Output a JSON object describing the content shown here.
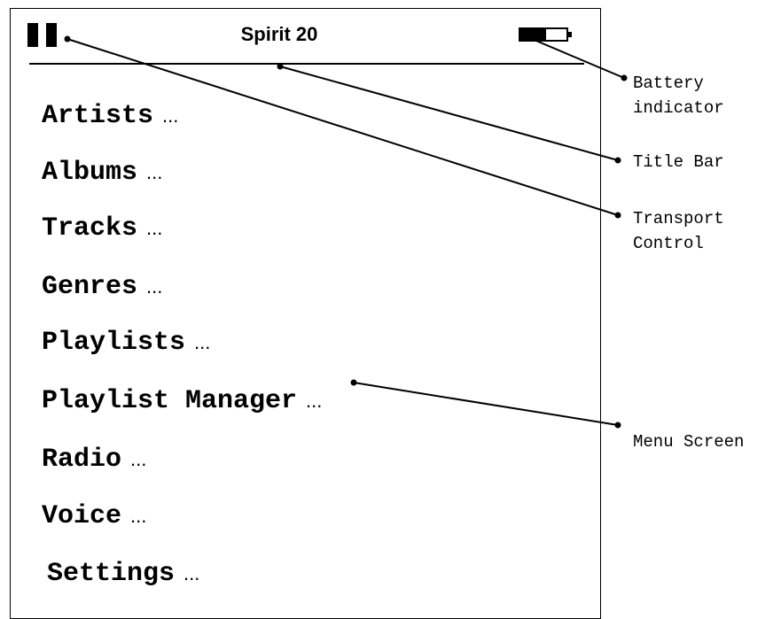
{
  "device": {
    "title": "Spirit 20",
    "battery_level": 0.55,
    "ellipsis": "..."
  },
  "menu": {
    "items": [
      "Artists",
      "Albums",
      "Tracks",
      "Genres",
      "Playlists",
      "Playlist Manager",
      "Radio",
      "Voice",
      "Settings"
    ]
  },
  "callouts": {
    "battery": "Battery\nindicator",
    "title_bar": "Title Bar",
    "transport": "Transport\nControl",
    "menu_screen": "Menu Screen"
  },
  "icons": {
    "pause": "pause-icon",
    "battery": "battery-icon"
  },
  "colors": {
    "ink": "#000000",
    "background": "#ffffff"
  }
}
